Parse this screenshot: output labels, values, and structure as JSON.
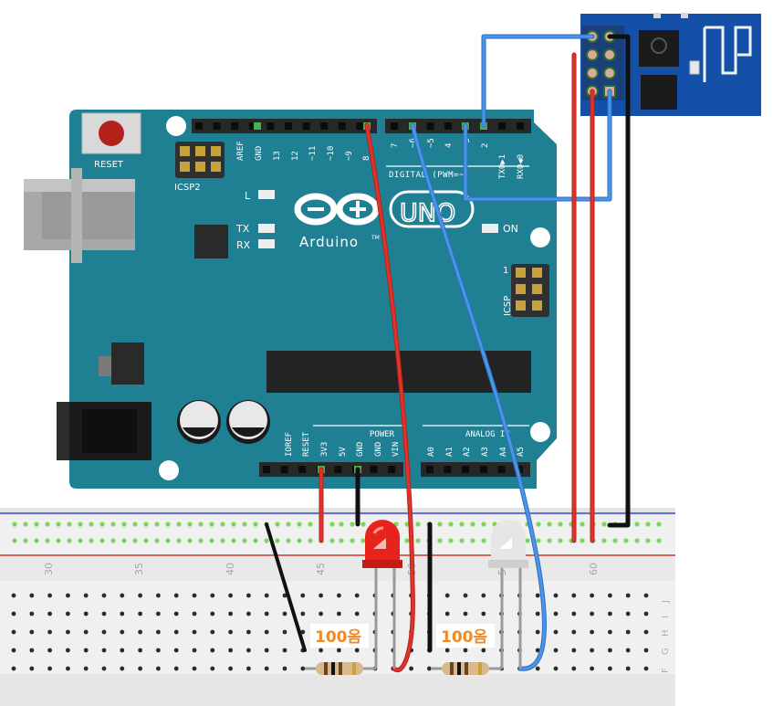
{
  "board": {
    "reset_label": "RESET",
    "icsp2_label": "ICSP2",
    "icsp_label": "ICSP",
    "icsp_pin1": "1",
    "led_l_label": "L",
    "tx_label": "TX",
    "rx_label": "RX",
    "on_label": "ON",
    "logo_text": "Arduino",
    "logo_tm": "TM",
    "uno_text": "UNO",
    "digital_label": "DIGITAL (PWM=~)",
    "power_label": "POWER",
    "analog_label": "ANALOG IN",
    "digital_pins_left": [
      "AREF",
      "GND",
      "13",
      "12",
      "~11",
      "~10",
      "~9",
      "8"
    ],
    "digital_pins_right": [
      "7",
      "~6",
      "~5",
      "4",
      "~3",
      "2",
      "TX0▶1",
      "RX0◀0"
    ],
    "power_pins": [
      "IOREF",
      "RESET",
      "3V3",
      "5V",
      "GND",
      "GND",
      "VIN"
    ],
    "analog_pins": [
      "A0",
      "A1",
      "A2",
      "A3",
      "A4",
      "A5"
    ]
  },
  "breadboard": {
    "column_numbers": [
      "30",
      "35",
      "40",
      "45",
      "50",
      "55",
      "60"
    ],
    "row_letters": [
      "J",
      "I",
      "H",
      "G",
      "F"
    ]
  },
  "resistors": [
    {
      "label": "100옴"
    },
    {
      "label": "100옴"
    }
  ],
  "leds": [
    {
      "color": "#e8221c"
    },
    {
      "color": "#e6e6e6"
    }
  ],
  "colors": {
    "board_teal": "#1f7f93",
    "wire_red": "#d42a1f",
    "wire_blue": "#3b82d6",
    "wire_black": "#1a1a1a",
    "esp_blue": "#1450a8",
    "resistor_label": "#f08a24"
  }
}
